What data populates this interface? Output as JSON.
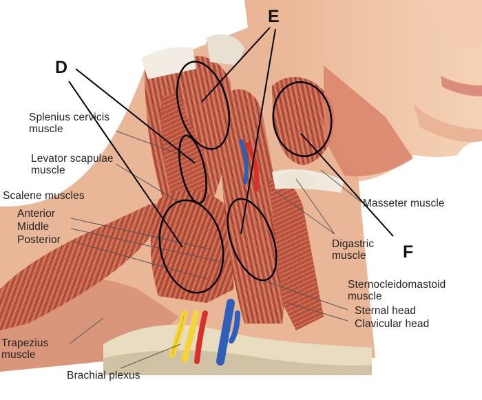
{
  "diagram": {
    "labels": {
      "splenius": "Splenius cervicis\nmuscle",
      "levator": "Levator scapulae\nmuscle",
      "scalene_title": "Scalene muscles",
      "scalene_anterior": "Anterior",
      "scalene_middle": "Middle",
      "scalene_posterior": "Posterior",
      "trapezius": "Trapezius\nmuscle",
      "brachial": "Brachial plexus",
      "masseter": "Masseter muscle",
      "digastric": "Digastric\nmuscle",
      "scm": "Sternocleidomastoid\nmuscle",
      "sternal_head": "Sternal head",
      "clavicular_head": "Clavicular head"
    },
    "markers": {
      "D": "D",
      "E": "E",
      "F": "F"
    }
  },
  "colors": {
    "skin": "#f1c6a4",
    "skin_shadow": "#d79a7a",
    "muscle": "#c05a44",
    "muscle_dark": "#8e3427",
    "muscle_light": "#dd8a72",
    "tendon": "#f2ece2",
    "bone": "#e6dcc3",
    "artery": "#d8312a",
    "vein": "#2f5fb8",
    "nerve": "#f3d43a",
    "leader": "#555555",
    "marker": "#000000"
  }
}
